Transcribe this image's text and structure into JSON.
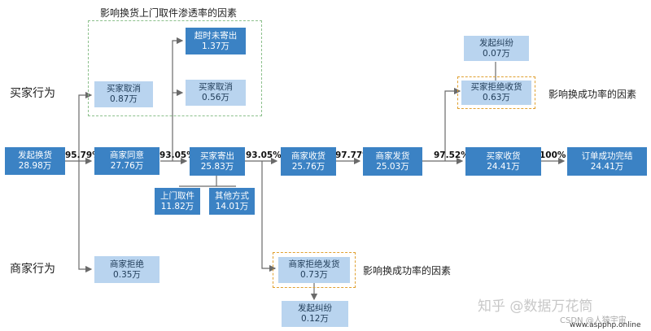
{
  "labels": {
    "buyer": "买家行为",
    "merchant": "商家行为"
  },
  "notes": {
    "top": "影响换货上门取件渗透率的因素",
    "right": "影响换成功率的因素",
    "bottom": "影响换成功率的因素"
  },
  "nodes": {
    "start": {
      "name": "发起换货",
      "value": "28.98万"
    },
    "agree": {
      "name": "商家同意",
      "value": "27.76万"
    },
    "mailed": {
      "name": "买家寄出",
      "value": "25.83万"
    },
    "received": {
      "name": "商家收货",
      "value": "25.76万"
    },
    "shipped": {
      "name": "商家发货",
      "value": "25.03万"
    },
    "buyer_received": {
      "name": "买家收货",
      "value": "24.41万"
    },
    "done": {
      "name": "订单成功完结",
      "value": "24.41万"
    },
    "cancel_a": {
      "name": "买家取消",
      "value": "0.87万"
    },
    "overtime": {
      "name": "超时未寄出",
      "value": "1.37万"
    },
    "cancel_b": {
      "name": "买家取消",
      "value": "0.56万"
    },
    "pickup": {
      "name": "上门取件",
      "value": "11.82万"
    },
    "other": {
      "name": "其他方式",
      "value": "14.01万"
    },
    "reject": {
      "name": "商家拒绝",
      "value": "0.35万"
    },
    "reject_ship": {
      "name": "商家拒绝发货",
      "value": "0.73万"
    },
    "dispute_bottom": {
      "name": "发起纠纷",
      "value": "0.12万"
    },
    "refuse_receive": {
      "name": "买家拒绝收货",
      "value": "0.63万"
    },
    "dispute_top": {
      "name": "发起纠纷",
      "value": "0.07万"
    }
  },
  "rates": {
    "r1": "95.79%",
    "r2": "93.05%",
    "r3": "93.05%",
    "r4": "97.77%",
    "r5": "97.52%",
    "r6": "100%"
  },
  "watermark": {
    "zhihu": "知乎 @数据万花筒",
    "csdn": "CSDN @人猿宇宙",
    "site": "www.aspphp.online"
  },
  "colors": {
    "dark": "#3b82c4",
    "light": "#b9d4ef",
    "line": "#6a6a6a",
    "green_dash": "#8cc08c",
    "orange_dash": "#e0a030"
  }
}
